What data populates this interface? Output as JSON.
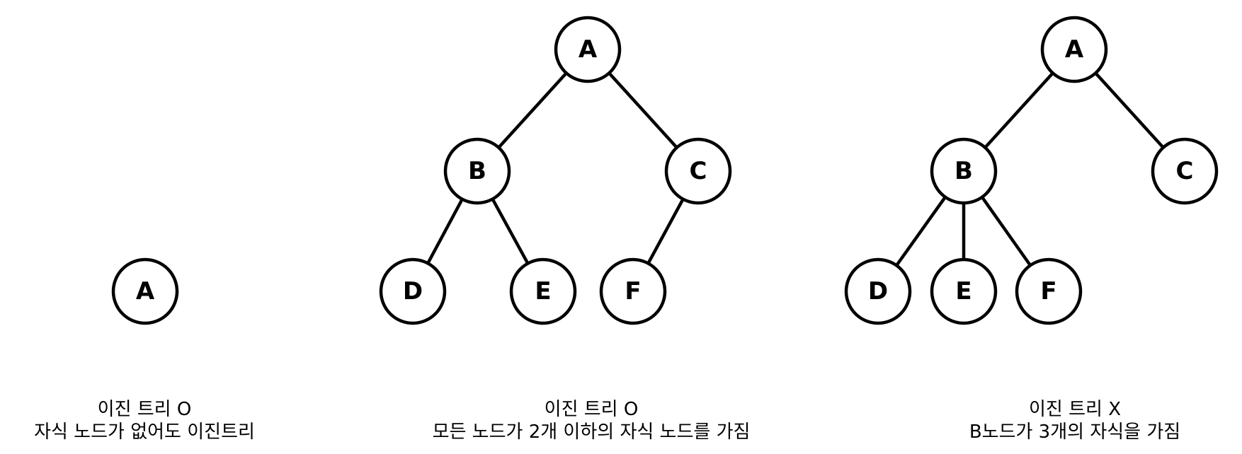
{
  "trees": [
    {
      "nodes": [
        {
          "id": "A",
          "label": "A"
        }
      ],
      "edges": [],
      "caption": {
        "line1": "이진 트리 O",
        "line2": "자식 노드가 없어도 이진트리"
      }
    },
    {
      "nodes": [
        {
          "id": "A",
          "label": "A"
        },
        {
          "id": "B",
          "label": "B"
        },
        {
          "id": "C",
          "label": "C"
        },
        {
          "id": "D",
          "label": "D"
        },
        {
          "id": "E",
          "label": "E"
        },
        {
          "id": "F",
          "label": "F"
        }
      ],
      "edges": [
        [
          "A",
          "B"
        ],
        [
          "A",
          "C"
        ],
        [
          "B",
          "D"
        ],
        [
          "B",
          "E"
        ],
        [
          "C",
          "F"
        ]
      ],
      "caption": {
        "line1": "이진 트리 O",
        "line2": "모든 노드가 2개 이하의 자식 노드를 가짐"
      }
    },
    {
      "nodes": [
        {
          "id": "A",
          "label": "A"
        },
        {
          "id": "B",
          "label": "B"
        },
        {
          "id": "C",
          "label": "C"
        },
        {
          "id": "D",
          "label": "D"
        },
        {
          "id": "E",
          "label": "E"
        },
        {
          "id": "F",
          "label": "F"
        }
      ],
      "edges": [
        [
          "A",
          "B"
        ],
        [
          "A",
          "C"
        ],
        [
          "B",
          "D"
        ],
        [
          "B",
          "E"
        ],
        [
          "B",
          "F"
        ]
      ],
      "caption": {
        "line1": "이진 트리 X",
        "line2": "B노드가 3개의 자식을 가짐"
      }
    }
  ]
}
